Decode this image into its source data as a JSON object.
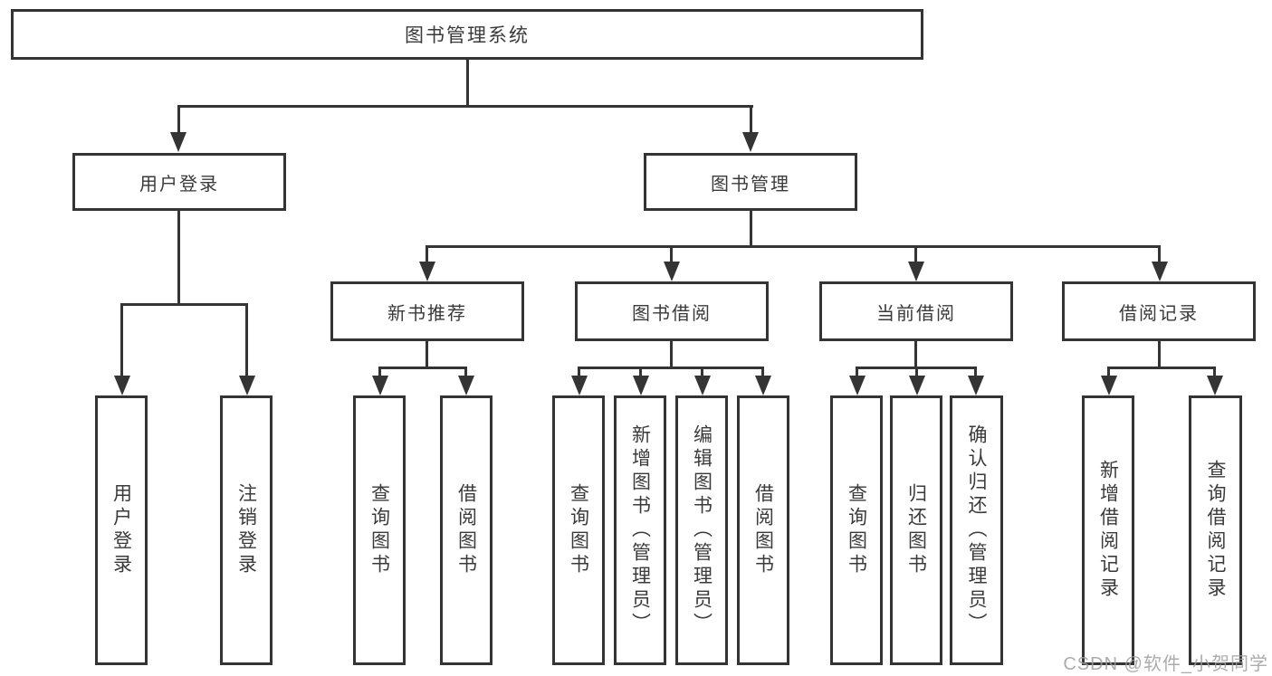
{
  "nodes": {
    "root": "图书管理系统",
    "level2": [
      "用户登录",
      "图书管理"
    ],
    "level3": [
      "新书推荐",
      "图书借阅",
      "当前借阅",
      "借阅记录"
    ],
    "leaves_user": [
      "用户登录",
      "注销登录"
    ],
    "leaves_newbook": [
      "查询图书",
      "借阅图书"
    ],
    "leaves_borrow": [
      "查询图书",
      "新增图书（管理员）",
      "编辑图书（管理员）",
      "借阅图书"
    ],
    "leaves_current": [
      "查询图书",
      "归还图书",
      "确认归还（管理员）"
    ],
    "leaves_record": [
      "新增借阅记录",
      "查询借阅记录"
    ]
  },
  "watermark": "CSDN @软件_小贺同学",
  "colors": {
    "line": "#343434",
    "text": "#3a3a3a",
    "background": "#ffffff",
    "watermark": "#9e9e9e"
  }
}
